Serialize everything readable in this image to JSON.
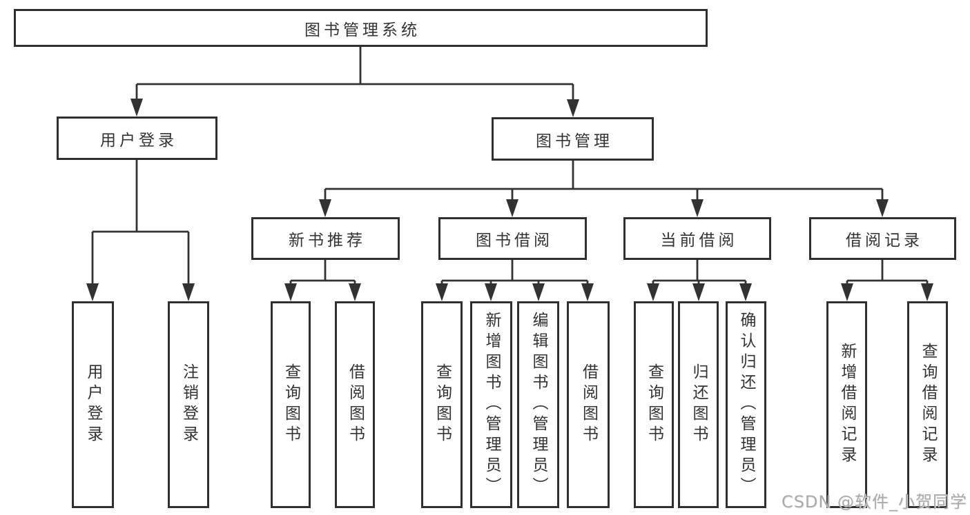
{
  "diagram": {
    "root": {
      "label": "图书管理系统",
      "children": [
        {
          "label": "用户登录",
          "children": [
            {
              "label": "用户登录"
            },
            {
              "label": "注销登录"
            }
          ]
        },
        {
          "label": "图书管理",
          "children": [
            {
              "label": "新书推荐",
              "children": [
                {
                  "label": "查询图书"
                },
                {
                  "label": "借阅图书"
                }
              ]
            },
            {
              "label": "图书借阅",
              "children": [
                {
                  "label": "查询图书"
                },
                {
                  "label": "新增图书（管理员）"
                },
                {
                  "label": "编辑图书（管理员）"
                },
                {
                  "label": "借阅图书"
                }
              ]
            },
            {
              "label": "当前借阅",
              "children": [
                {
                  "label": "查询图书"
                },
                {
                  "label": "归还图书"
                },
                {
                  "label": "确认归还（管理员）"
                }
              ]
            },
            {
              "label": "借阅记录",
              "children": [
                {
                  "label": "新增借阅记录"
                },
                {
                  "label": "查询借阅记录"
                }
              ]
            }
          ]
        }
      ]
    }
  },
  "watermark": {
    "text": "CSDN @软件_小贺同学"
  },
  "colors": {
    "line": "#323232",
    "box_border": "#2f2f2f",
    "text": "#333333",
    "watermark_text": "#a9a9a9",
    "background": "#ffffff"
  }
}
